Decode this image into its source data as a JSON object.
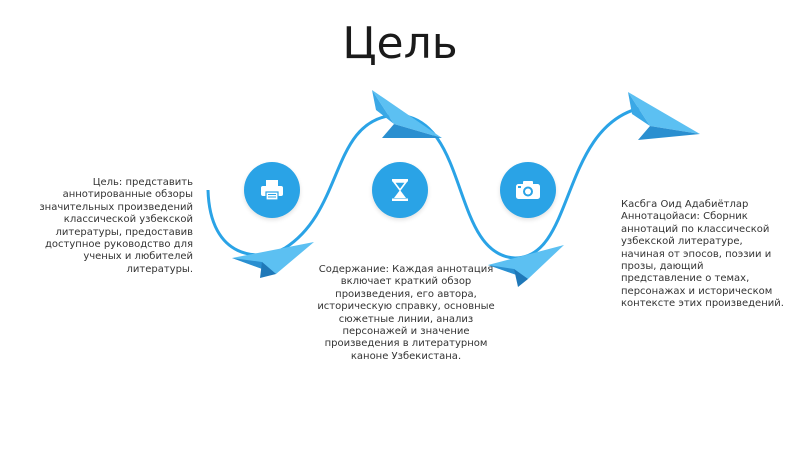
{
  "slide": {
    "title": "Цель",
    "accent_color": "#2aa3e6",
    "icons": [
      {
        "name": "printer-icon"
      },
      {
        "name": "hourglass-icon"
      },
      {
        "name": "camera-icon"
      }
    ],
    "blocks": {
      "left": "Цель: представить аннотированные обзоры значительных произведений классической узбекской литературы, предоставив доступное руководство для ученых и любителей литературы.",
      "center": "Содержание: Каждая аннотация включает краткий обзор произведения, его автора, историческую справку, основные сюжетные линии, анализ персонажей и значение произведения в литературном каноне Узбекистана.",
      "right": "Касбга Оид Адабиётлар Аннотацойаси: Сборник аннотаций по классической узбекской литературе, начиная от эпосов, поэзии и прозы, дающий представление о темах, персонажах и историческом контексте этих произведений."
    }
  }
}
